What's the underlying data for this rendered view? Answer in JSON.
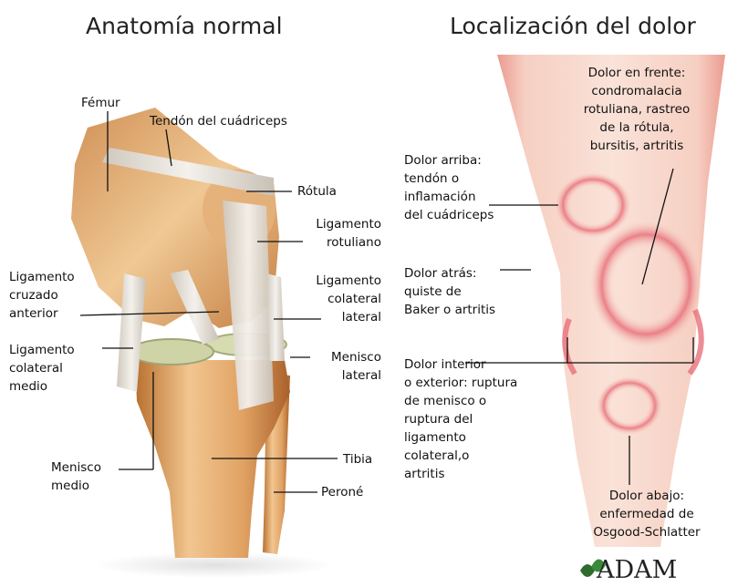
{
  "titles": {
    "left": "Anatomía normal",
    "right": "Localización del dolor"
  },
  "anatomy_labels": {
    "femur": "Fémur",
    "quadriceps_tendon": "Tendón del cuádriceps",
    "patella": "Rótula",
    "patellar_ligament": "Ligamento\nrotuliano",
    "acl": "Ligamento\ncruzado\nanterior",
    "lcl": "Ligamento\ncolateral\nlateral",
    "mcl": "Ligamento\ncolateral\nmedio",
    "lateral_meniscus": "Menisco\nlateral",
    "medial_meniscus": "Menisco\nmedio",
    "tibia": "Tibia",
    "fibula": "Peroné"
  },
  "pain_labels": {
    "front": "Dolor en frente:\ncondromalacia\nrotuliana, rastreo\nde la rótula,\nbursitis, artritis",
    "above": "Dolor arriba:\ntendón o\ninflamación\ndel cuádriceps",
    "behind": "Dolor atrás:\nquiste de\nBaker o artritis",
    "inner_outer": "Dolor interior\no exterior: ruptura\nde menisco o\nruptura del\nligamento\ncolateral,o\nartritis",
    "below": "Dolor abajo:\nenfermedad de\nOsgood-Schlatter"
  },
  "logo": "ADAM",
  "colors": {
    "skin": "#f4d3c3",
    "pain": "#e8707a",
    "bone": "#e8b47a",
    "ligament": "#e6e0d6"
  }
}
